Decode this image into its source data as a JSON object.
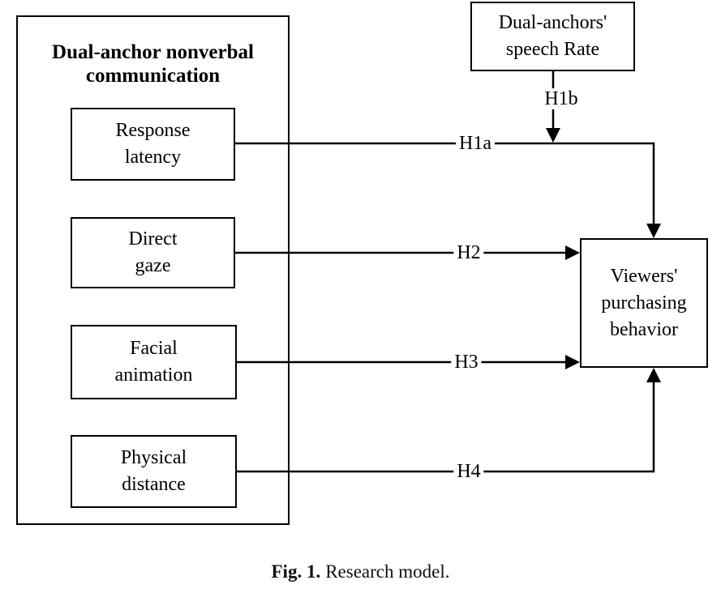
{
  "figure": {
    "caption_label": "Fig. 1.",
    "caption_text": "Research model."
  },
  "model": {
    "group_title_line1": "Dual-anchor nonverbal",
    "group_title_line2": "communication",
    "nodes": {
      "response_latency": {
        "line1": "Response",
        "line2": "latency"
      },
      "direct_gaze": {
        "line1": "Direct",
        "line2": "gaze"
      },
      "facial_animation": {
        "line1": "Facial",
        "line2": "animation"
      },
      "physical_distance": {
        "line1": "Physical",
        "line2": "distance"
      },
      "speech_rate": {
        "line1": "Dual-anchors'",
        "line2": "speech Rate"
      },
      "viewers_purchasing": {
        "line1": "Viewers'",
        "line2": "purchasing",
        "line3": "behavior"
      }
    },
    "hypotheses": {
      "h1a": "H1a",
      "h1b": "H1b",
      "h2": "H2",
      "h3": "H3",
      "h4": "H4"
    },
    "colors": {
      "stroke": "#000000",
      "background": "#ffffff"
    }
  }
}
